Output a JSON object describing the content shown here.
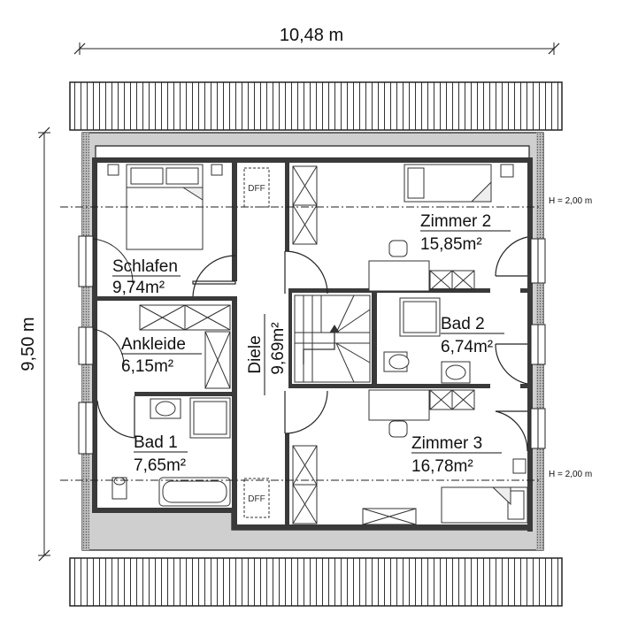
{
  "dimensions": {
    "width": "10,48 m",
    "height": "9,50 m"
  },
  "height_lines": {
    "upper": "H = 2,00 m",
    "lower": "H = 2,00 m"
  },
  "rooms": {
    "schlafen": {
      "name": "Schlafen",
      "area": "9,74m²"
    },
    "ankleide": {
      "name": "Ankleide",
      "area": "6,15m²"
    },
    "bad1": {
      "name": "Bad 1",
      "area": "7,65m²"
    },
    "diele": {
      "name": "Diele",
      "area": "9,69m²"
    },
    "zimmer2": {
      "name": "Zimmer 2",
      "area": "15,85m²"
    },
    "bad2": {
      "name": "Bad 2",
      "area": "6,74m²"
    },
    "zimmer3": {
      "name": "Zimmer 3",
      "area": "16,78m²"
    }
  },
  "windows": {
    "top": "DFF",
    "bottom": "DFF"
  },
  "colors": {
    "wall": "#3a3a3a",
    "wall_fill": "#cfcfcf",
    "line": "#222222",
    "paper": "#ffffff"
  }
}
